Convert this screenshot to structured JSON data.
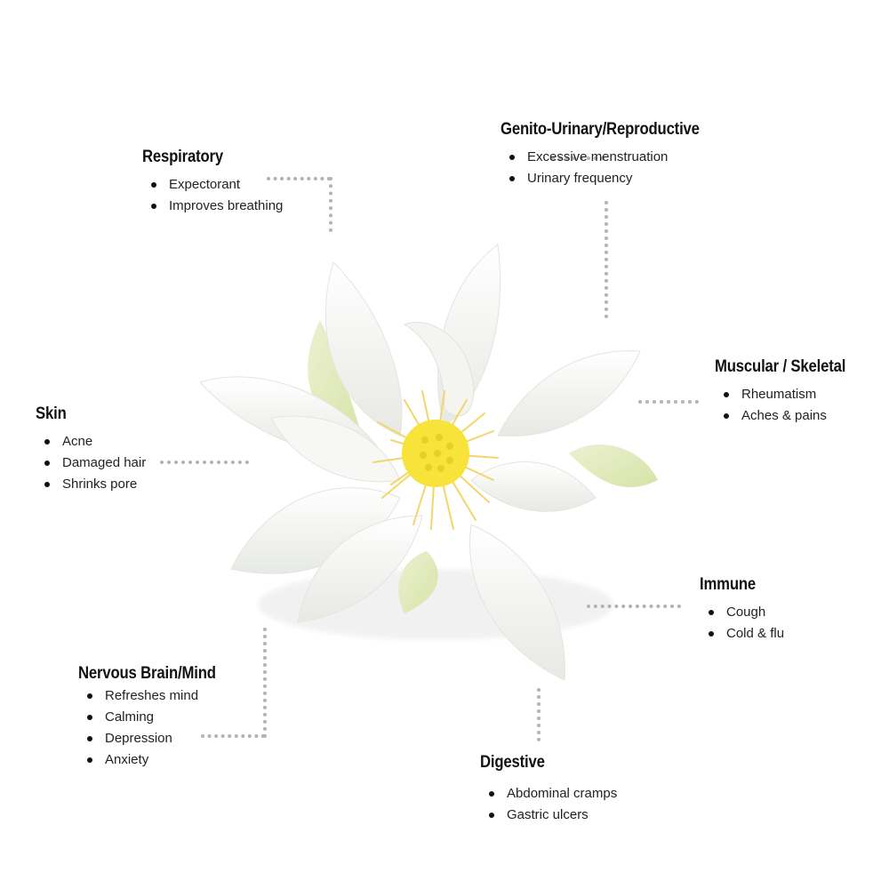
{
  "groups": {
    "respiratory": {
      "title": "Respiratory",
      "items": [
        "Expectorant",
        "Improves breathing"
      ]
    },
    "genito": {
      "title": "Genito-Urinary/Reproductive",
      "items": [
        "Excessive menstruation",
        "Urinary frequency"
      ]
    },
    "muscular": {
      "title": "Muscular / Skeletal",
      "items": [
        "Rheumatism",
        "Aches & pains"
      ]
    },
    "skin": {
      "title": "Skin",
      "items": [
        "Acne",
        "Damaged hair",
        "Shrinks pore"
      ]
    },
    "immune": {
      "title": "Immune",
      "items": [
        "Cough",
        "Cold & flu"
      ]
    },
    "nervous": {
      "title": "Nervous Brain/Mind",
      "items": [
        "Refreshes mind",
        "Calming",
        "Depression",
        "Anxiety"
      ]
    },
    "digestive": {
      "title": "Digestive",
      "items": [
        "Abdominal cramps",
        "Gastric ulcers"
      ]
    }
  },
  "colors": {
    "petal": "#ffffff",
    "petal_shade": "#e9ece6",
    "sepal": "#dfe8b8",
    "stamen": "#f2d66b",
    "receptacle": "#f7e33a",
    "connector": "#b3b3b3"
  },
  "icons": {
    "center": "lotus-flower"
  }
}
